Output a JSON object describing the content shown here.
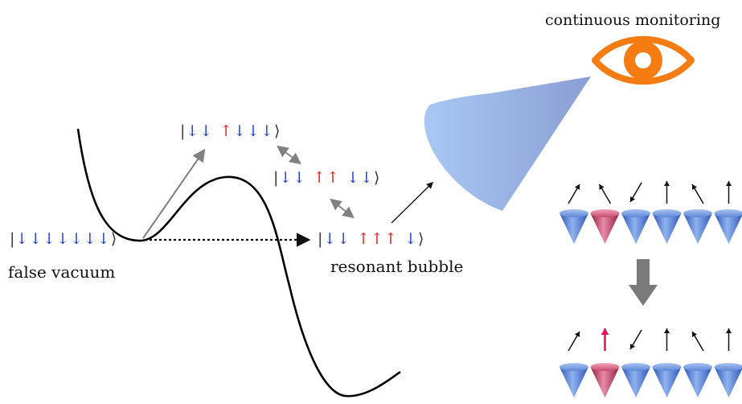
{
  "labels": {
    "monitoring": "continuous monitoring",
    "false_vacuum": "false vacuum",
    "resonant_bubble": "resonant  bubble"
  },
  "states": {
    "false_vacuum": "|↓↓↓↓↓↓↓⟩",
    "single_flip": "|↓↓ ↑↓↓↓⟩",
    "double_flip": "|↓↓ ↑↑ ↓↓⟩",
    "bubble": "|↓↓ ↑↑↑ ↓⟩"
  },
  "spin_rows": {
    "before": [
      "↗",
      "↖",
      "↙",
      "↑",
      "↖",
      "↑"
    ],
    "after": [
      "↗",
      "↑",
      "↙",
      "↑",
      "↖",
      "↑"
    ]
  },
  "colors": {
    "spin_down": "#1f3fd8",
    "spin_up": "#e0251b",
    "eye": "#f57c12",
    "cone_blue": "#4c7fd6",
    "cone_red": "#c0355f",
    "arrow_gray": "#808080",
    "highlight_arrow": "#e2185b"
  }
}
